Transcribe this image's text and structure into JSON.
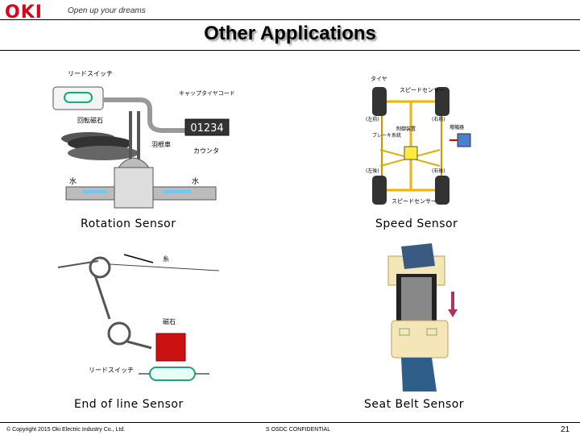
{
  "header": {
    "logo_text": "OKI",
    "tagline": "Open up your dreams",
    "title": "Other Applications"
  },
  "figures": {
    "rotation": {
      "caption": "Rotation Sensor",
      "labels": [
        "リードスイッチ",
        "キャップタイヤコード",
        "回転磁石",
        "羽根車",
        "カウンタ",
        "水",
        "水"
      ],
      "counter_value": "01234"
    },
    "speed": {
      "caption": "Speed Sensor",
      "labels": [
        "タイヤ",
        "スピードセンサー",
        "(左前)",
        "(右前)",
        "ブレーキ系統",
        "制御装置",
        "増幅器",
        "(左後)",
        "(右後)",
        "スピードセンサー"
      ]
    },
    "endofline": {
      "caption": "End of line Sensor",
      "labels": [
        "糸",
        "磁石",
        "リードスイッチ"
      ]
    },
    "seatbelt": {
      "caption": "Seat Belt Sensor"
    }
  },
  "footer": {
    "copyright": "© Copyright 2015 Oki Electric Industry Co., Ltd.",
    "confidential": "S OSDC CONFIDENTIAL",
    "page_number": "21"
  },
  "colors": {
    "brand_red": "#e2001a",
    "magnet_red": "#cc1111",
    "reed_green": "#1fa37a",
    "seatbelt_beige": "#f5e6b8",
    "arrow_magenta": "#b0306a"
  }
}
